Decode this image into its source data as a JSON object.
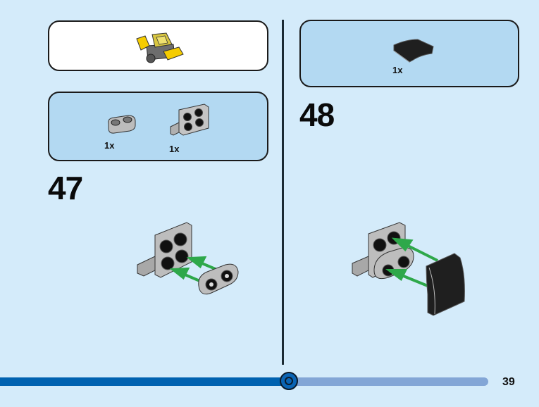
{
  "page": {
    "number": "39",
    "background": "#d4ebfa",
    "progress": {
      "fraction": 0.535,
      "done_color": "#0062b0",
      "remaining_color": "#83a6d6"
    }
  },
  "left": {
    "submodel_callout": {
      "description": "yellow and gray sub-assembly preview"
    },
    "parts_callout": {
      "items": [
        {
          "part": "light gray plate 1x2 rounded",
          "qty": "1x"
        },
        {
          "part": "light gray bracket 1x2 - 2x2 inverted",
          "qty": "1x"
        }
      ]
    },
    "step": {
      "number": "47"
    }
  },
  "right": {
    "parts_callout": {
      "items": [
        {
          "part": "black curved slope 2x2",
          "qty": "1x"
        }
      ]
    },
    "step": {
      "number": "48"
    }
  },
  "colors": {
    "arrow": "#2ea84a",
    "callout_blue": "#b3d9f2",
    "callout_white": "#ffffff"
  }
}
